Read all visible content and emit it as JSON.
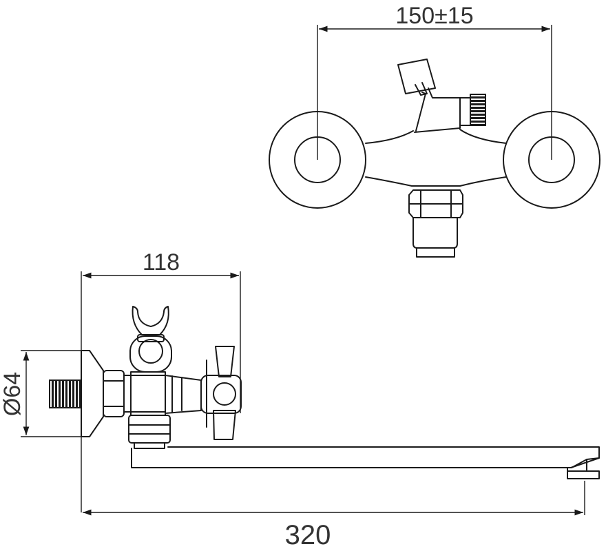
{
  "dimensions": {
    "top_spacing": "150±15",
    "side_depth": "118",
    "flange_diameter": "Ø64",
    "spout_length": "320"
  },
  "colors": {
    "line": "#1a1a1a",
    "text": "#333333",
    "background": "#ffffff"
  }
}
